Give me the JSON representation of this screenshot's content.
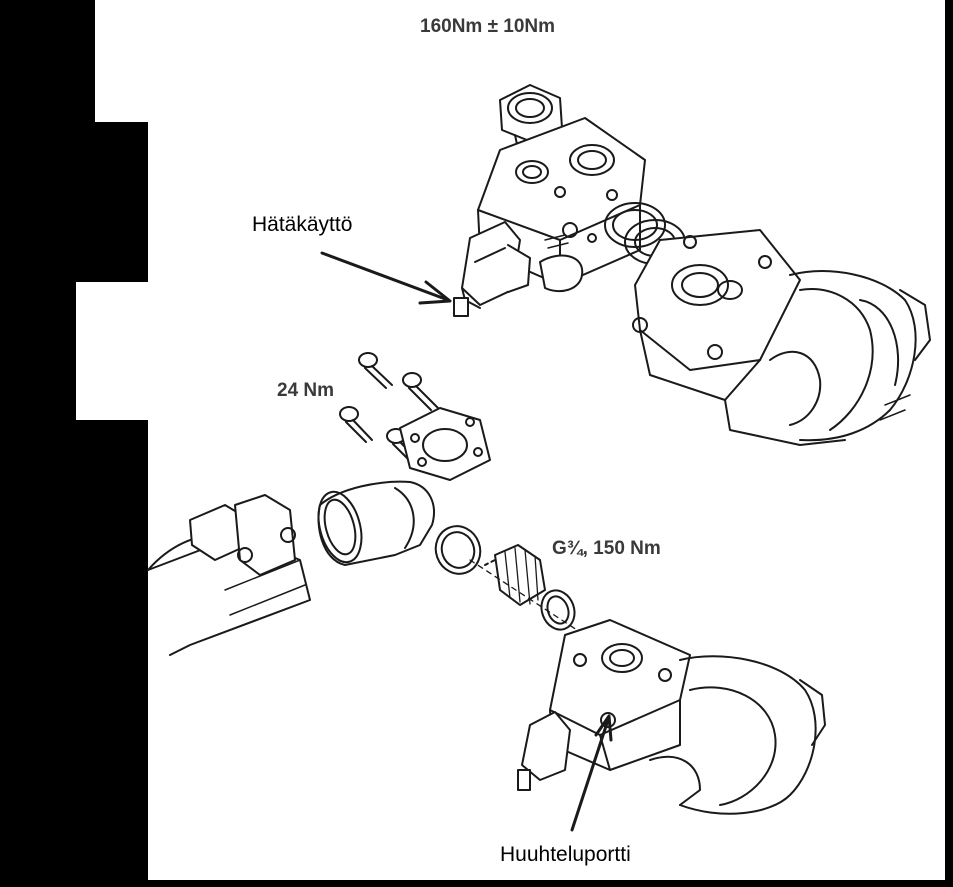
{
  "labels": {
    "torque_top": "160Nm ± 10Nm",
    "emergency_drive": "Hätäkäyttö",
    "bolt_torque": "24 Nm",
    "fitting_torque": "G¾, 150 Nm",
    "flush_port": "Huuhteluportti"
  },
  "colors": {
    "background_frame": "#000000",
    "drawing_area": "#ffffff",
    "line_art": "#1a1a1a"
  }
}
